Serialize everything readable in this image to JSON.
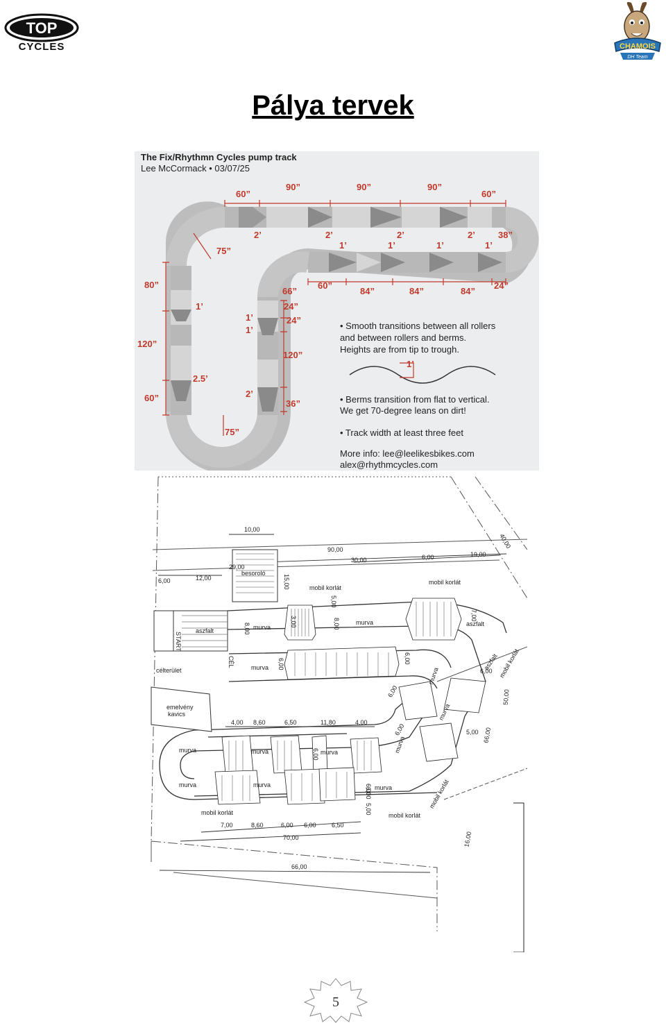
{
  "header": {
    "left_logo": {
      "top": "TOP",
      "bottom": "CYCLES"
    },
    "right_logo": {
      "name": "CHAMOIS",
      "tagline": "DH Team"
    }
  },
  "title": "Pálya tervek",
  "plan1": {
    "heading": "The Fix/Rhythmn Cycles pump track",
    "author": "Lee McCormack • 03/07/25",
    "dims": {
      "d60a": "60”",
      "d90a": "90”",
      "d90b": "90”",
      "d90c": "90”",
      "d60b": "60”",
      "h2a": "2’",
      "h2b": "2’",
      "h2c": "2’",
      "h2d": "2’",
      "d38": "38”",
      "h1a": "1’",
      "h1b": "1’",
      "h1c": "1’",
      "h1d": "1’",
      "d75a": "75”",
      "d66": "66”",
      "d60c": "60”",
      "d84a": "84”",
      "d84b": "84”",
      "d84c": "84”",
      "d24a": "24”",
      "d80": "80”",
      "h1e": "1’",
      "d24b": "24”",
      "h1f": "1’",
      "d24c": "24”",
      "h1g": "1’",
      "d120a": "120”",
      "d120b": "120”",
      "h25": "2.5’",
      "h2e": "2’",
      "d60d": "60”",
      "d36": "36”",
      "d75b": "75”",
      "wave": "1’"
    },
    "notes": {
      "n1a": "• Smooth transitions between all rollers",
      "n1b": "and between rollers and berms.",
      "n1c": "Heights are from tip to trough.",
      "n2a": "• Berms transition from flat to vertical.",
      "n2b": "We get 70-degree leans on dirt!",
      "n3": "• Track width at least three feet",
      "n4a": "More info: lee@leelikesbikes.com",
      "n4b": "alex@rhythmcycles.com"
    }
  },
  "plan2": {
    "dims": {
      "d1000": "10,00",
      "d9000": "90,00",
      "d3000": "30,00",
      "d600a": "6,00",
      "d1900": "19,00",
      "d4000": "40,00",
      "d2900": "29,00",
      "d600b": "6,00",
      "d1200": "12,00",
      "d1500": "15,00",
      "d500a": "5,00",
      "d800a": "8,00",
      "d300": "3,00",
      "d800b": "8,00",
      "d700a": "7,00",
      "d600c": "6,00",
      "d600d": "6,00",
      "d600e": "6,00",
      "d600f": "6,00",
      "d400a": "4,00",
      "d860a": "8,60",
      "d650a": "6,50",
      "d1180": "11,80",
      "d400b": "4,00",
      "d600g": "6,00",
      "d500b": "5,00",
      "d5000": "50,00",
      "d6600a": "66,00",
      "d600h": "6,00",
      "d600i": "6,00",
      "d500c": "5,00",
      "d700b": "7,00",
      "d860b": "8,60",
      "d600j": "6,00",
      "d600k": "6,00",
      "d650b": "6,50",
      "d7000": "70,00",
      "d6600b": "66,00",
      "d1600": "16,00",
      "d600l": "6,00"
    },
    "labels": {
      "besorolo": "besoroló",
      "mobil1": "mobil korlát",
      "mobil2": "mobil korlát",
      "start": "START",
      "aszfalt1": "aszfalt",
      "murva1": "murva",
      "murva2": "murva",
      "aszfalt2": "aszfalt",
      "aszfalt3": "aszfalt",
      "celterulet": "célterület",
      "cel": "CÉL",
      "murva3": "murva",
      "murva4": "murva",
      "mobil3": "mobil korlát",
      "emelveny": "emelvény",
      "kavics": "kavics",
      "murva5": "murva",
      "murva6": "murva",
      "murva7": "murva",
      "murva8": "murva",
      "murva9": "murva",
      "murva10": "murva",
      "murva11": "murva",
      "murva12": "murva",
      "mobil4": "mobil korlát",
      "mobil5": "mobil korlát",
      "mobil6": "mobil korlát"
    }
  },
  "page_number": "5"
}
